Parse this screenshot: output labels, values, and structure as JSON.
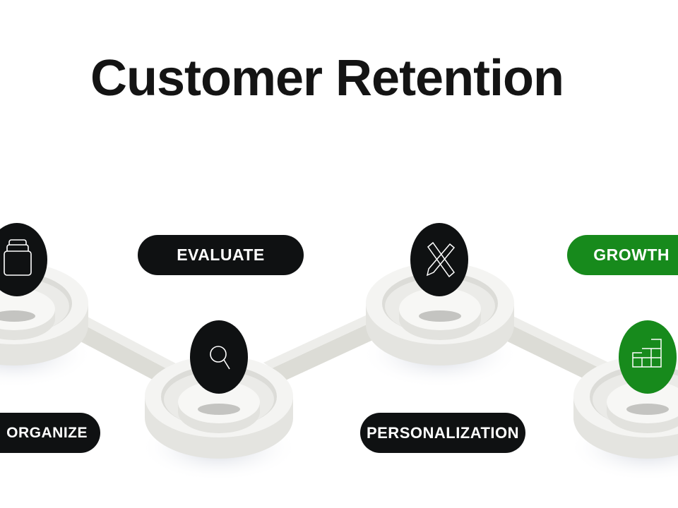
{
  "title": "Customer Retention",
  "steps": [
    {
      "label": "ORGANIZE",
      "icon": "archive-box-icon",
      "color": "#0f1112"
    },
    {
      "label": "EVALUATE",
      "icon": "magnifier-icon",
      "color": "#0f1112"
    },
    {
      "label": "PERSONALIZATION",
      "icon": "pencil-ruler-icon",
      "color": "#0f1112"
    },
    {
      "label": "GROWTH",
      "icon": "bar-steps-icon",
      "color": "#178a1c"
    }
  ]
}
